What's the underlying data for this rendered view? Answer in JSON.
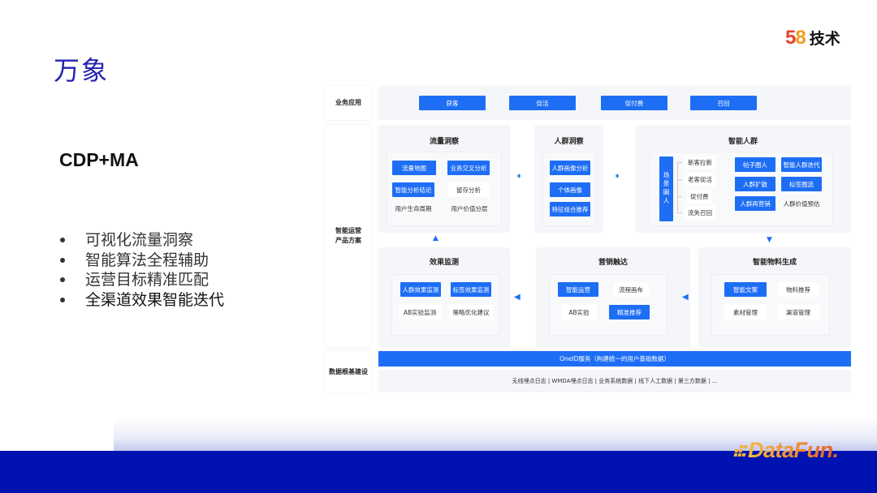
{
  "slide": {
    "title": "万象",
    "subtitle": "CDP+MA",
    "bullets": [
      "可视化流量洞察",
      "智能算法全程辅助",
      "运营目标精准匹配",
      "全渠道效果智能迭代"
    ]
  },
  "logos": {
    "top_right": {
      "digits": "58",
      "text": "技术"
    },
    "bottom_right": {
      "text": "DataFun."
    }
  },
  "colors": {
    "title": "#2622b0",
    "accent_blue": "#1e6ef5",
    "band": "#0013b0",
    "panel_bg": "#f5f6f9"
  },
  "diagram": {
    "rows": {
      "business": {
        "label": "业务应用",
        "buttons": [
          "获客",
          "促活",
          "促付费",
          "召回"
        ]
      },
      "ops": {
        "label_line1": "智能运营",
        "label_line2": "产品方案"
      },
      "data": {
        "label": "数据根基建设",
        "oneid": "OneID服务（构建统一的用户基础数据）",
        "sources": "无线埋点日志 | WMDA埋点日志 | 业务系统数据 | 线下人工数据 | 第三方数据 | ..."
      }
    },
    "modules": {
      "traffic": {
        "title": "流量洞察",
        "items": [
          {
            "label": "流量地图",
            "highlight": true
          },
          {
            "label": "业务交叉分析",
            "highlight": true
          },
          {
            "label": "智能分析结论",
            "highlight": true
          },
          {
            "label": "留存分析",
            "highlight": false
          },
          {
            "label": "用户生命周期",
            "highlight": false
          },
          {
            "label": "用户价值分层",
            "highlight": false
          }
        ]
      },
      "crowd_insight": {
        "title": "人群洞察",
        "items": [
          {
            "label": "人群画像分析",
            "highlight": true
          },
          {
            "label": "个体画像",
            "highlight": true
          },
          {
            "label": "特征组合推荐",
            "highlight": true
          }
        ]
      },
      "smart_crowd": {
        "title": "智能人群",
        "scene_label": "场景圈人",
        "scenes": [
          "新客拉新",
          "老客促活",
          "促付费",
          "流失召回"
        ],
        "items": [
          {
            "label": "帖子圈人",
            "highlight": true
          },
          {
            "label": "智能人群迭代",
            "highlight": true
          },
          {
            "label": "人群扩散",
            "highlight": true
          },
          {
            "label": "标签圈选",
            "highlight": true
          },
          {
            "label": "人群再营销",
            "highlight": true
          },
          {
            "label": "人群价值预估",
            "highlight": false
          }
        ]
      },
      "effect": {
        "title": "效果监测",
        "items": [
          {
            "label": "人群效果监测",
            "highlight": true
          },
          {
            "label": "标签效果监测",
            "highlight": true
          },
          {
            "label": "AB实验监测",
            "highlight": false
          },
          {
            "label": "策略优化建议",
            "highlight": false
          }
        ]
      },
      "marketing": {
        "title": "营销触达",
        "items": [
          {
            "label": "智能运营",
            "highlight": true
          },
          {
            "label": "流程画布",
            "highlight": false
          },
          {
            "label": "AB实验",
            "highlight": false
          },
          {
            "label": "精准推荐",
            "highlight": true
          }
        ]
      },
      "material": {
        "title": "智能物料生成",
        "items": [
          {
            "label": "智能文案",
            "highlight": true
          },
          {
            "label": "物料推荐",
            "highlight": false
          },
          {
            "label": "素材管理",
            "highlight": false
          },
          {
            "label": "渠道管理",
            "highlight": false
          }
        ]
      }
    },
    "arrows": {
      "right": "➧",
      "left": "◀",
      "up": "▲",
      "down": "▼"
    }
  }
}
